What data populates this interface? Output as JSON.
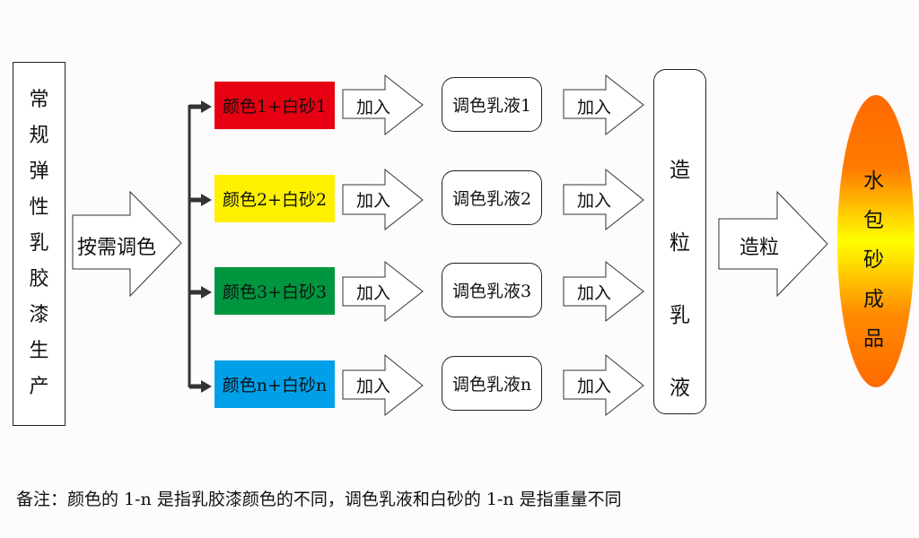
{
  "diagram": {
    "source": {
      "label": "常规弹性乳胶漆生产",
      "chars": [
        "常",
        "规",
        "弹",
        "性",
        "乳",
        "胶",
        "漆",
        "生",
        "产"
      ]
    },
    "first_arrow_label": "按需调色",
    "rows": [
      {
        "mix_label": "颜色1+白砂1",
        "mix_color": "#e60012",
        "add_label": "加入",
        "emulsion_label": "调色乳液1",
        "add2_label": "加入"
      },
      {
        "mix_label": "颜色2+白砂2",
        "mix_color": "#fff100",
        "add_label": "加入",
        "emulsion_label": "调色乳液2",
        "add2_label": "加入"
      },
      {
        "mix_label": "颜色3+白砂3",
        "mix_color": "#009640",
        "add_label": "加入",
        "emulsion_label": "调色乳液3",
        "add2_label": "加入"
      },
      {
        "mix_label": "颜色n+白砂n",
        "mix_color": "#00a0e9",
        "add_label": "加入",
        "emulsion_label": "调色乳液n",
        "add2_label": "加入"
      }
    ],
    "granulation_emulsion": {
      "label": "造粒乳液",
      "chars": [
        "造",
        "粒",
        "乳",
        "液"
      ]
    },
    "granulate_arrow_label": "造粒",
    "product": {
      "label": "水包砂成品",
      "chars": [
        "水",
        "包",
        "砂",
        "成",
        "品"
      ],
      "gradient_colors": [
        "#ff6600",
        "#ffff00",
        "#ff6600"
      ]
    },
    "note": "备注：颜色的 1-n 是指乳胶漆颜色的不同，调色乳液和白砂的 1-n 是指重量不同"
  }
}
